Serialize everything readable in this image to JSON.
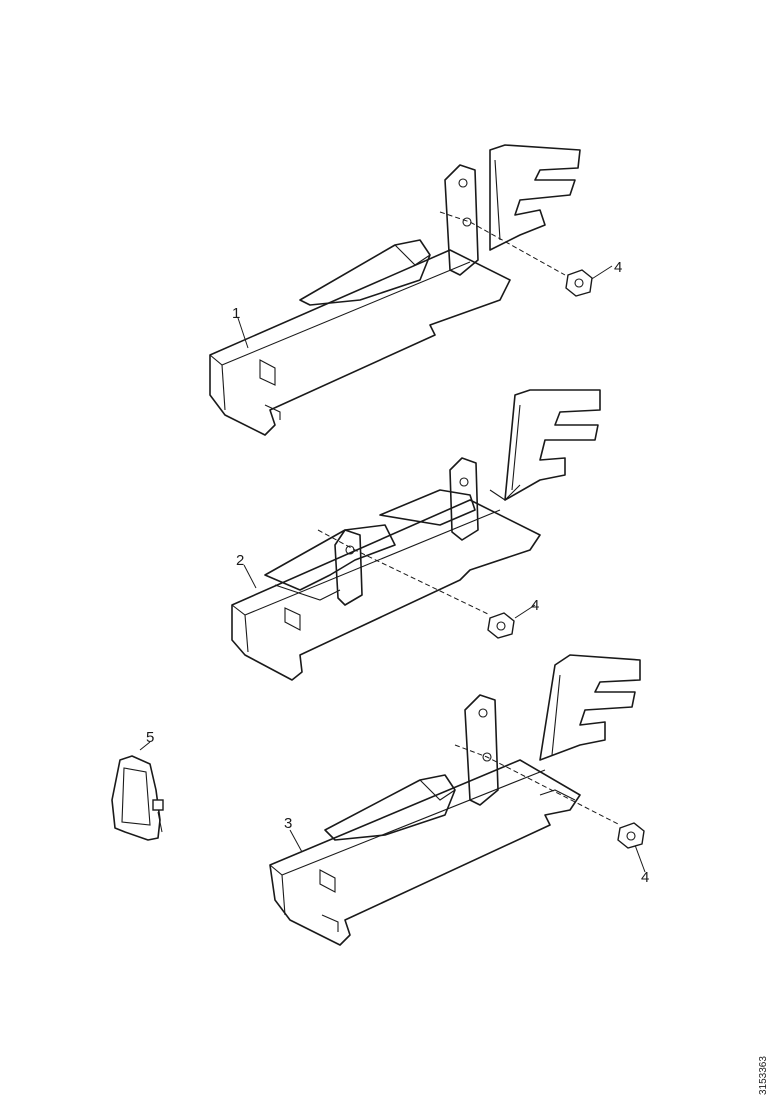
{
  "diagram": {
    "callouts": {
      "bracket_1": "1",
      "bracket_2": "2",
      "bracket_3": "3",
      "bolt_a": "4",
      "bolt_b": "4",
      "bolt_c": "4",
      "tie_5": "5"
    },
    "reference_code": "3153363"
  }
}
